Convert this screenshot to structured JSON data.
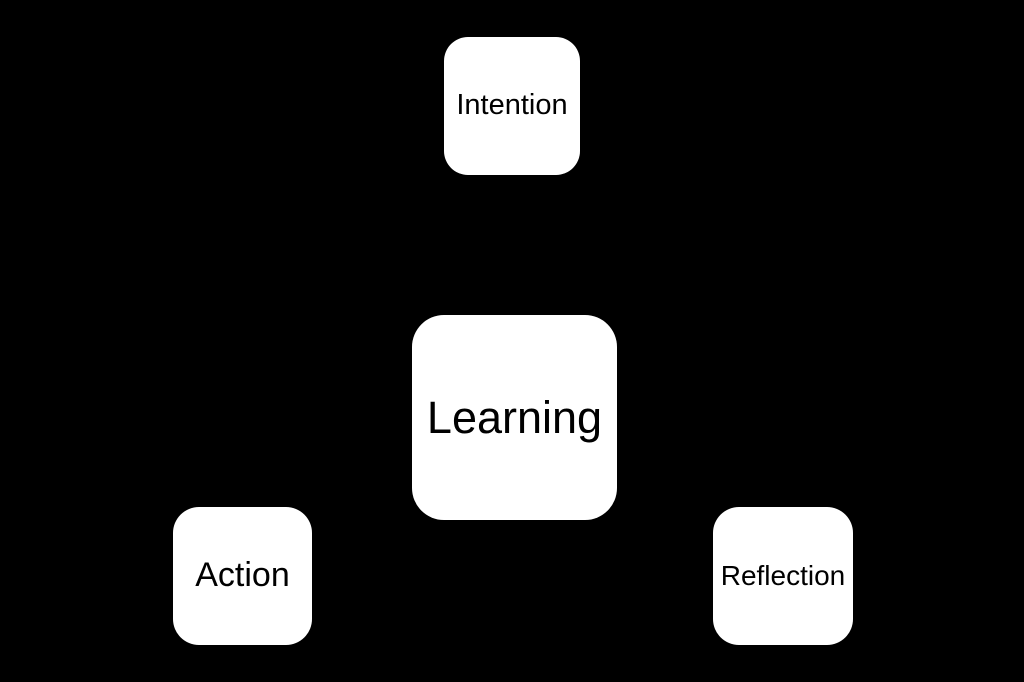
{
  "diagram": {
    "type": "node-diagram",
    "background_color": "#000000",
    "node_fill_color": "#ffffff",
    "node_text_color": "#000000",
    "nodes": [
      {
        "id": "intention",
        "label": "Intention",
        "position": "top-center"
      },
      {
        "id": "learning",
        "label": "Learning",
        "position": "center",
        "emphasis": "largest-node"
      },
      {
        "id": "action",
        "label": "Action",
        "position": "bottom-left"
      },
      {
        "id": "reflection",
        "label": "Reflection",
        "position": "bottom-right"
      }
    ],
    "connectors_visible": false
  }
}
